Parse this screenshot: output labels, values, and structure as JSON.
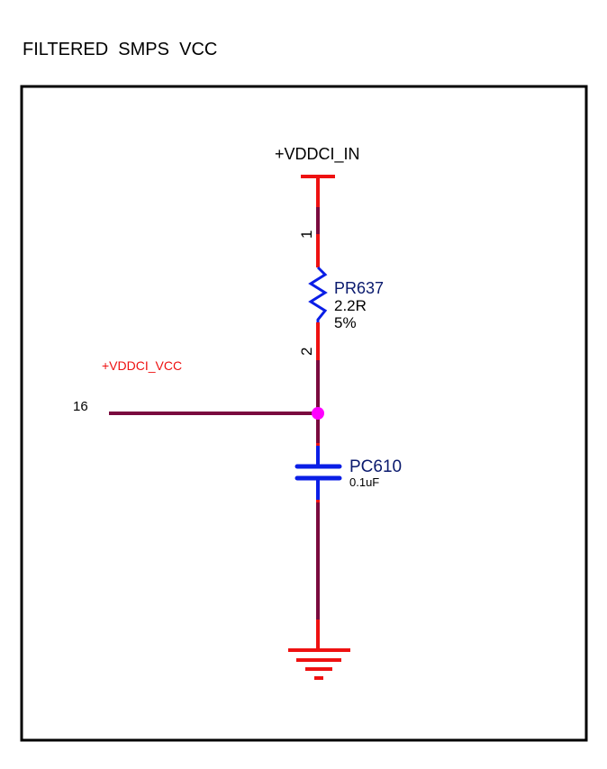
{
  "title": "FILTERED  SMPS  VCC",
  "power_net": {
    "label": "+VDDCI_IN"
  },
  "net_label": {
    "label": "+VDDCI_VCC",
    "pin_number": "16"
  },
  "resistor": {
    "designator": "PR637",
    "value": "2.2R",
    "tolerance": "5%",
    "pin1": "1",
    "pin2": "2"
  },
  "capacitor": {
    "designator": "PC610",
    "value": "0.1uF"
  },
  "colors": {
    "wire": "#7a0a3f",
    "pin": "#ee1111",
    "component": "#0a1ee6",
    "junction": "#ff00ff",
    "designator": "#0a1a6e",
    "net_label": "#ee1111",
    "frame": "#000000"
  }
}
